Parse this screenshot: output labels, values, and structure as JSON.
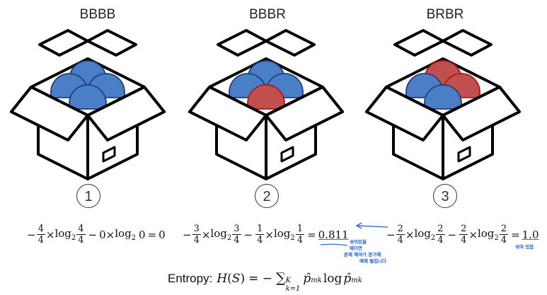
{
  "boxes": [
    {
      "label": "BBBB",
      "number": "1",
      "balls": [
        "blue",
        "blue",
        "blue",
        "blue"
      ]
    },
    {
      "label": "BBBR",
      "number": "2",
      "balls": [
        "blue",
        "blue",
        "blue",
        "red"
      ]
    },
    {
      "label": "BRBR",
      "number": "3",
      "balls": [
        "red",
        "blue",
        "red",
        "blue"
      ]
    }
  ],
  "colors": {
    "blue": "#4a7ec7",
    "red": "#c0504d",
    "blue_stroke": "#1f3f7a",
    "red_stroke": "#b01818",
    "annotation": "#1f5fd6"
  },
  "formulas": {
    "f1": {
      "minus1": "−",
      "n1": "4",
      "d1": "4",
      "times1": "×",
      "log": "log",
      "base": "2",
      "n2": "4",
      "d2": "4",
      "minus2": "−",
      "zero_term": "0×",
      "log2": "log",
      "base2": "2",
      "arg2": "0",
      "eq": "=",
      "result": "0"
    },
    "f2": {
      "minus1": "−",
      "n1": "3",
      "d1": "4",
      "times1": "×",
      "log": "log",
      "base": "2",
      "n2": "3",
      "d2": "4",
      "minus2": "−",
      "n3": "1",
      "d3": "4",
      "times2": "×",
      "log2": "log",
      "base2": "2",
      "n4": "1",
      "d4": "4",
      "eq": "=",
      "result": "0.811"
    },
    "f3": {
      "minus1": "−",
      "n1": "2",
      "d1": "4",
      "times1": "×",
      "log": "log",
      "base": "2",
      "n2": "2",
      "d2": "4",
      "minus2": "−",
      "n3": "2",
      "d3": "4",
      "times2": "×",
      "log2": "log",
      "base2": "2",
      "n4": "2",
      "d4": "4",
      "eq": "=",
      "result": "1.0"
    }
  },
  "annotations": {
    "note_lines": [
      "섞여있을",
      "때이면",
      "혼재 해져가 증가해",
      "매매 될입니다"
    ],
    "note2": "섞여 있음"
  },
  "entropy": {
    "label": "Entropy:",
    "H": "H",
    "S": "S",
    "eq": "= −",
    "sum": "∑",
    "k_eq": "k=1",
    "K": "K",
    "p": "p̂",
    "mk": "mk",
    "log": "log"
  }
}
